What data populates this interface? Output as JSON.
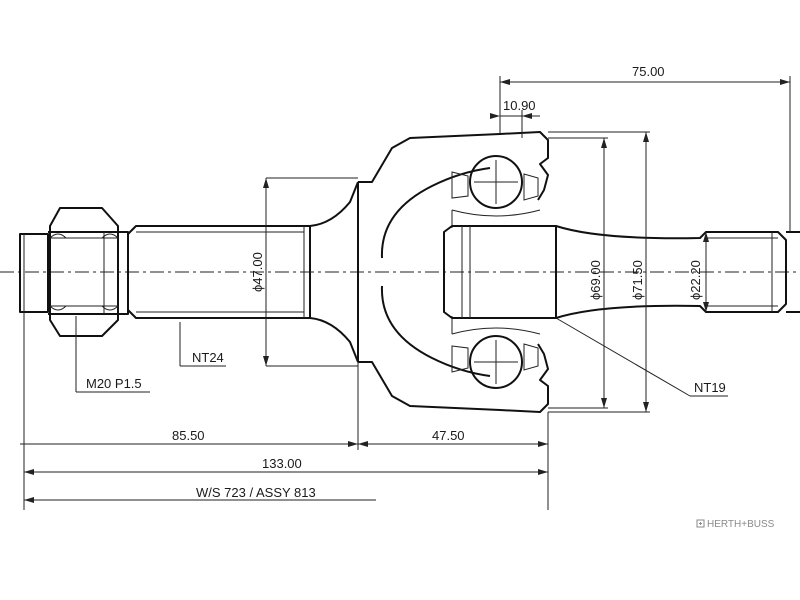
{
  "dims": {
    "d_75": "75.00",
    "d_10_90": "10.90",
    "d_85_50": "85.50",
    "d_47_50": "47.50",
    "d_133": "133.00",
    "dia_47": "ϕ47.00",
    "dia_69": "ϕ69.00",
    "dia_71_5": "ϕ71.50",
    "dia_22_2": "ϕ22.20"
  },
  "labels": {
    "ws_assy": "W/S  723  /  ASSY  813",
    "nt24": "NT24",
    "nt19": "NT19",
    "thread": "M20 P1.5"
  },
  "brand": {
    "logo_text": "HERTH+BUSS"
  }
}
